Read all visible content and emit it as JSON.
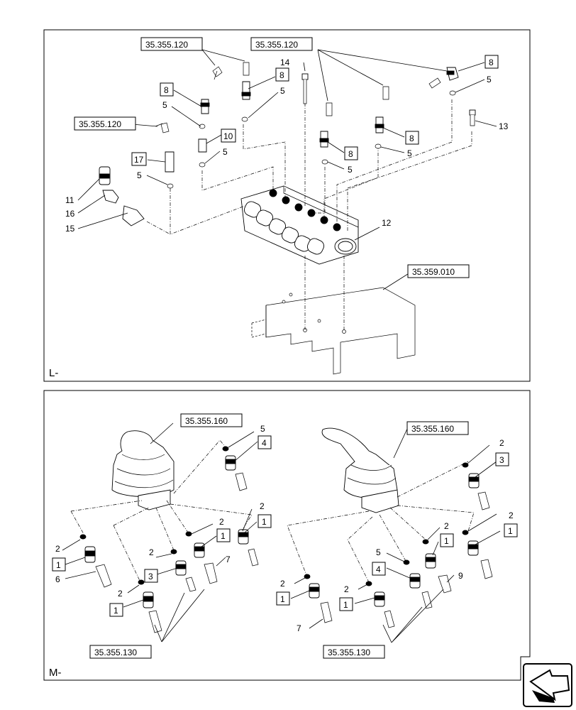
{
  "panels": {
    "top": {
      "corner_label": "L-"
    },
    "bottom": {
      "corner_label": "M-"
    }
  },
  "refs": {
    "r1": "35.355.120",
    "r2": "35.355.120",
    "r3": "35.355.120",
    "r4": "35.359.010",
    "r5": "35.355.160",
    "r6": "35.355.160",
    "r7": "35.355.130",
    "r8": "35.355.130"
  },
  "top_callouts": {
    "c14": "14",
    "c8a": "8",
    "c5a": "5",
    "c8b": "8",
    "c5b": "5",
    "c8c": "8",
    "c5c": "5",
    "c10": "10",
    "c5d": "5",
    "c17": "17",
    "c5e": "5",
    "c11": "11",
    "c16": "16",
    "c15": "15",
    "c8d": "8",
    "c5f": "5",
    "c8e": "8",
    "c5g": "5",
    "c13": "13",
    "c12": "12"
  },
  "bottom_callouts": {
    "b5": "5",
    "b4": "4",
    "b2a": "2",
    "b1a": "1",
    "b2b": "2",
    "b1b": "1",
    "b2c": "2",
    "b1c": "1",
    "b6": "6",
    "b2d": "2",
    "b3": "3",
    "b7a": "7",
    "b2e": "2",
    "b1d": "1",
    "d2a": "2",
    "d3": "3",
    "d2b": "2",
    "d1a": "1",
    "d2c": "2",
    "d1b": "1",
    "d5": "5",
    "d4": "4",
    "d9": "9",
    "d2d": "2",
    "d1c": "1",
    "d2e": "2",
    "d1d": "1",
    "d7": "7"
  },
  "icons": {
    "nav": "arrow-nav-icon"
  }
}
